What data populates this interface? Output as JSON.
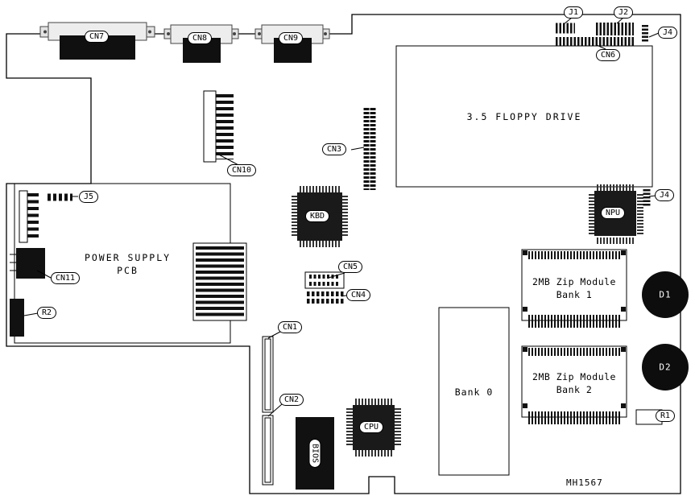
{
  "board": {
    "part_number": "MH1567",
    "connectors": {
      "cn1": "CN1",
      "cn2": "CN2",
      "cn3": "CN3",
      "cn4": "CN4",
      "cn5": "CN5",
      "cn6": "CN6",
      "cn7": "CN7",
      "cn8": "CN8",
      "cn9": "CN9",
      "cn10": "CN10",
      "cn11": "CN11"
    },
    "jumpers": {
      "j1": "J1",
      "j2": "J2",
      "j4_top": "J4",
      "j4_right": "J4",
      "j5": "J5"
    },
    "chips": {
      "kbd": "KBD",
      "cpu": "CPU",
      "npu": "NPU",
      "bios": "BIOS"
    },
    "components": {
      "d1": "D1",
      "d2": "D2",
      "r1": "R1",
      "r2": "R2"
    },
    "areas": {
      "floppy_drive": "3.5 FLOPPY DRIVE",
      "power_supply": [
        "POWER SUPPLY",
        "PCB"
      ],
      "bank0": "Bank 0",
      "zip_bank1": [
        "2MB Zip Module",
        "Bank 1"
      ],
      "zip_bank2": [
        "2MB Zip Module",
        "Bank 2"
      ]
    }
  }
}
